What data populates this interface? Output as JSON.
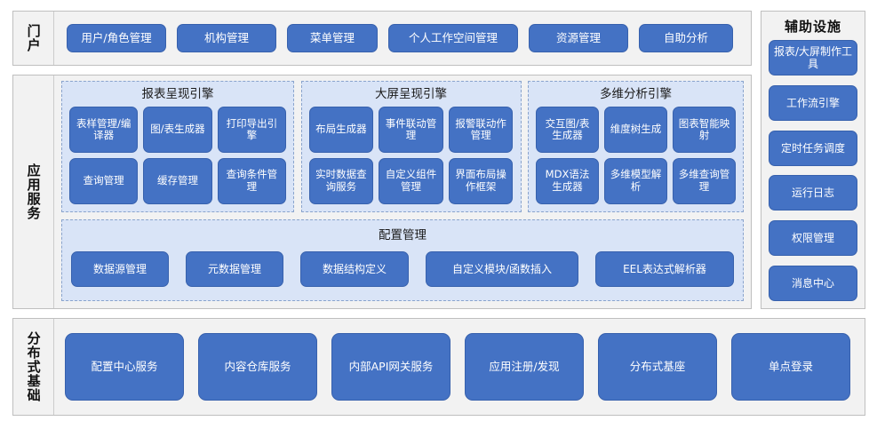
{
  "portal": {
    "band_label": "门户",
    "buttons": [
      "用户/角色管理",
      "机构管理",
      "菜单管理",
      "个人工作空间管理",
      "资源管理",
      "自助分析"
    ]
  },
  "aux": {
    "title": "辅助设施",
    "buttons": [
      "报表/大屏制作工具",
      "工作流引擎",
      "定时任务调度",
      "运行日志",
      "权限管理",
      "消息中心"
    ]
  },
  "app_services": {
    "band_label": "应用服务",
    "engines": [
      {
        "title": "报表呈现引擎",
        "items": [
          "表样管理/编译器",
          "图/表生成器",
          "打印导出引擎",
          "查询管理",
          "缓存管理",
          "查询条件管理"
        ]
      },
      {
        "title": "大屏呈现引擎",
        "items": [
          "布局生成器",
          "事件联动管理",
          "报警联动作管理",
          "实时数据查询服务",
          "自定义组件管理",
          "界面布局操作框架"
        ]
      },
      {
        "title": "多维分析引擎",
        "items": [
          "交互图/表生成器",
          "维度树生成",
          "图表智能映射",
          "MDX语法生成器",
          "多维模型解析",
          "多维查询管理"
        ]
      }
    ],
    "config": {
      "title": "配置管理",
      "items": [
        "数据源管理",
        "元数据管理",
        "数据结构定义",
        "自定义模块/函数插入",
        "EEL表达式解析器"
      ]
    }
  },
  "base": {
    "band_label": "分布式基础",
    "buttons": [
      "配置中心服务",
      "内容仓库服务",
      "内部API网关服务",
      "应用注册/发现",
      "分布式基座",
      "单点登录"
    ]
  },
  "colors": {
    "pill_blue": "#4472c4",
    "pill_border": "#3761ad",
    "engine_bg": "#d9e4f7",
    "engine_border": "#8aa4cd",
    "panel_bg": "#f2f2f2",
    "panel_border": "#bfbfbf",
    "text_dark": "#111111",
    "text_on_pill": "#ffffff"
  }
}
